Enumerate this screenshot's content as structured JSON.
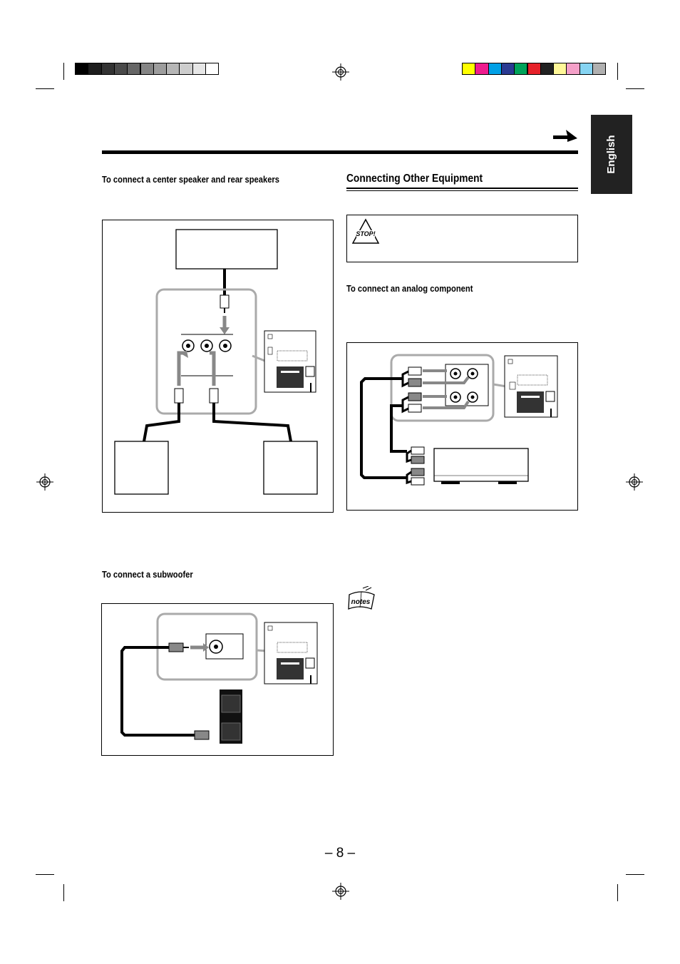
{
  "colors": {
    "gray_bar": [
      "#000000",
      "#1d1d1d",
      "#333333",
      "#4a4a4a",
      "#666666",
      "#858585",
      "#9d9d9d",
      "#b6b6b6",
      "#cdcdcd",
      "#e6e6e6",
      "#ffffff"
    ],
    "color_bar": [
      "#ffff00",
      "#ee1c8e",
      "#00a0e6",
      "#2a3a92",
      "#00a35a",
      "#e62129",
      "#222222",
      "#fff798",
      "#f4a0c8",
      "#86d4f2",
      "#b0b0b0"
    ],
    "tab_background": "#222222",
    "connector_gray": "#8a8a8a"
  },
  "tab": {
    "label": "English"
  },
  "left": {
    "center_rear_heading": "To connect a center speaker and rear speakers",
    "subwoofer_heading": "To connect a subwoofer"
  },
  "right": {
    "section_title": "Connecting Other Equipment",
    "stop_icon_label": "STOP!",
    "analog_heading": "To connect an analog component",
    "notes_icon_label": "notes"
  },
  "page": {
    "number": "– 8 –"
  },
  "icons": [
    "registration-mark-icon",
    "arrow-right-icon",
    "stop-warning-icon",
    "notes-icon"
  ]
}
